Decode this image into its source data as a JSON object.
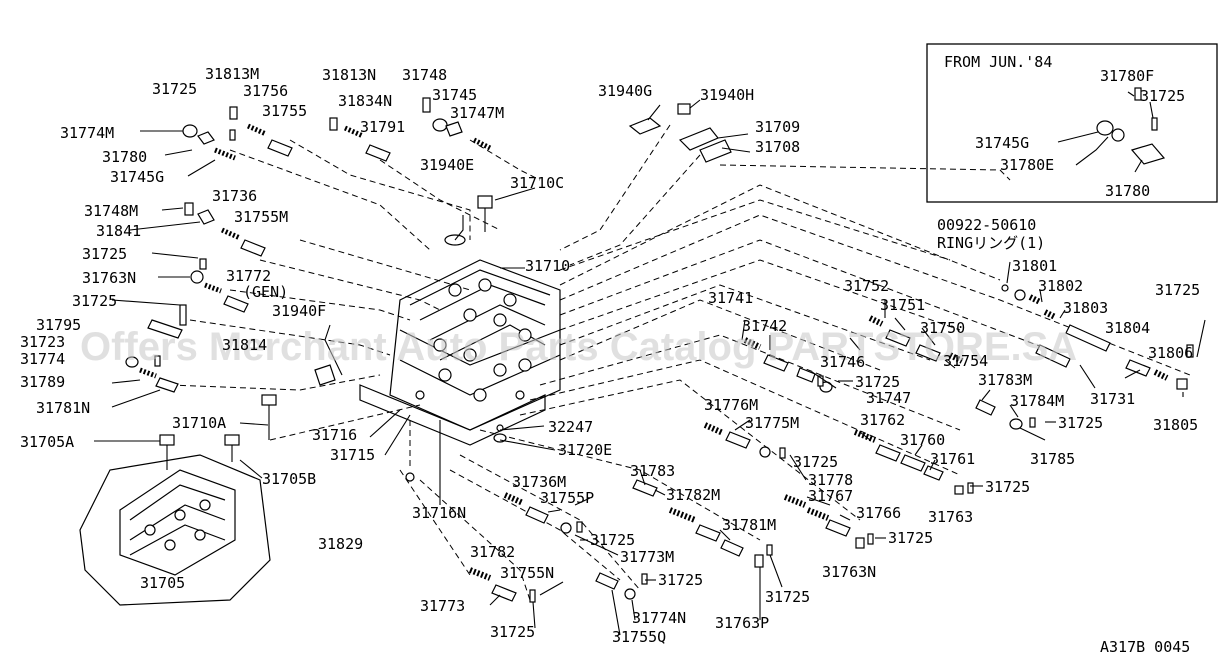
{
  "watermark": "Offers Merchant Auto Parts Catalog PARTSTORE.SA",
  "inset": {
    "title": "FROM JUN.'84",
    "labels": [
      "31780F",
      "31725",
      "31745G",
      "31780E",
      "31780"
    ]
  },
  "ring_note": {
    "part": "00922-50610",
    "text": "RINGリング(1)"
  },
  "gen_note": "(GEN)",
  "diagram_code": "A317B 0045",
  "labels": {
    "l01": "31813M",
    "l02": "31725",
    "l03": "31756",
    "l04": "31755",
    "l05": "31774M",
    "l06": "31780",
    "l07": "31745G",
    "l08": "31813N",
    "l09": "31748",
    "l10": "31834N",
    "l11": "31745",
    "l12": "31791",
    "l13": "31747M",
    "l14": "31940E",
    "l15": "31710C",
    "l16": "31940G",
    "l17": "31940H",
    "l18": "31709",
    "l19": "31708",
    "l20": "31748M",
    "l21": "31736",
    "l22": "31841",
    "l23": "31755M",
    "l24": "31725",
    "l25": "31763N",
    "l26": "31772",
    "l27": "31725",
    "l28": "31795",
    "l29": "31723",
    "l30": "31774",
    "l31": "31789",
    "l32": "31781N",
    "l33": "31940F",
    "l34": "31710",
    "l35": "31710A",
    "l36": "31705A",
    "l37": "31705B",
    "l38": "31705",
    "l39": "31716",
    "l40": "31715",
    "l41": "31716N",
    "l42": "31829",
    "l43": "32247",
    "l44": "31720E",
    "l45": "31741",
    "l46": "31742",
    "l47": "31752",
    "l48": "31751",
    "l49": "31750",
    "l50": "31754",
    "l51": "31746",
    "l52": "31725",
    "l53": "31747",
    "l54": "31801",
    "l55": "31802",
    "l56": "31803",
    "l57": "31804",
    "l58": "31725",
    "l59": "31806",
    "l60": "31731",
    "l61": "31783M",
    "l62": "31784M",
    "l63": "31725",
    "l64": "31785",
    "l65": "31805",
    "l66": "31776M",
    "l67": "31775M",
    "l68": "31725",
    "l69": "31762",
    "l70": "31760",
    "l71": "31761",
    "l72": "31725",
    "l73": "31763",
    "l74": "31778",
    "l75": "31767",
    "l76": "31766",
    "l77": "31725",
    "l78": "31763N",
    "l79": "31783",
    "l80": "31782M",
    "l81": "31736M",
    "l82": "31755P",
    "l83": "31725",
    "l84": "31773M",
    "l85": "31781M",
    "l86": "31782",
    "l87": "31755N",
    "l88": "31725",
    "l89": "31773",
    "l90": "31725",
    "l91": "31774N",
    "l92": "31755Q",
    "l93": "31763P",
    "l94": "31725",
    "l95": "31814"
  }
}
